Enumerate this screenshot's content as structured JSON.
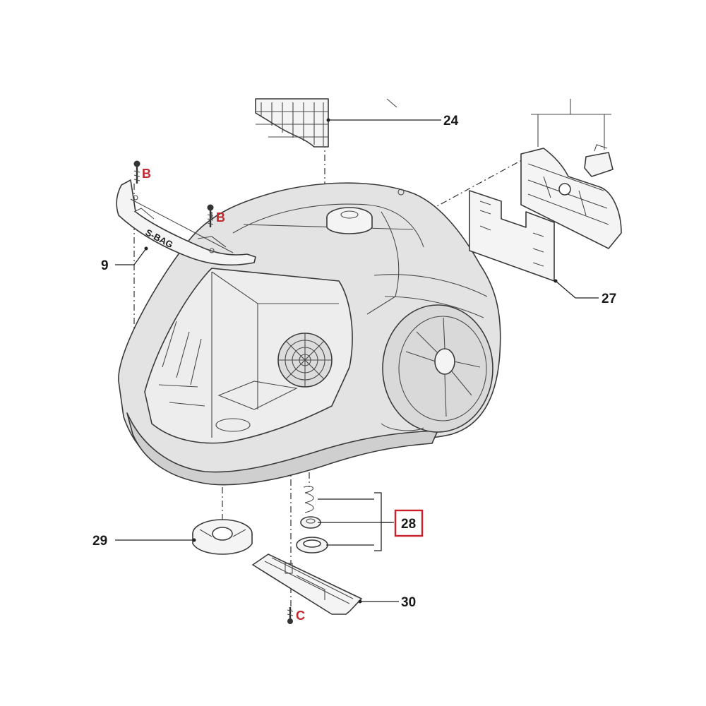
{
  "diagram": {
    "part_labels": {
      "p24": "24",
      "p27": "27",
      "p9": "9",
      "p29": "29",
      "p28": "28",
      "p30": "30"
    },
    "fastener_labels": {
      "b_top": "B",
      "b_mid": "B",
      "c_bottom": "C"
    },
    "imprint_text": "S-BAG",
    "highlighted_part": "28",
    "colors": {
      "highlight": "#cc1f2a",
      "fastener_label": "#c0282f",
      "line": "#222222",
      "body_fill": "#e3e3e3"
    }
  }
}
